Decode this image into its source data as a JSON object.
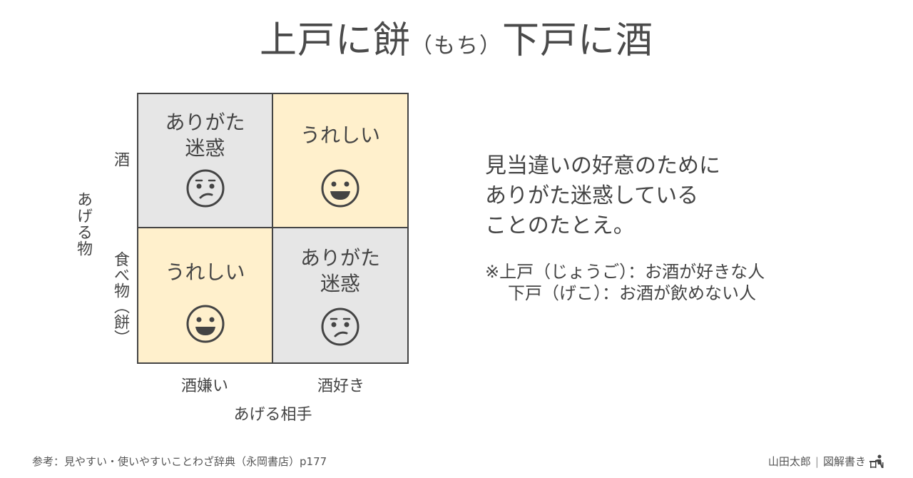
{
  "title": {
    "part1": "上戸に餅",
    "reading": "（もち）",
    "part2": "下戸に酒"
  },
  "matrix": {
    "y_axis_label": "あげる物",
    "x_axis_label": "あげる相手",
    "rows": [
      "酒",
      "食べ物（餅）"
    ],
    "columns": [
      "酒嫌い",
      "酒好き"
    ],
    "cells": [
      {
        "row": "酒",
        "column": "酒嫌い",
        "label_line1": "ありがた",
        "label_line2": "迷惑",
        "face": "troubled-face-icon",
        "color": "#e6e6e6"
      },
      {
        "row": "酒",
        "column": "酒好き",
        "label_line1": "うれしい",
        "label_line2": "",
        "face": "smile-face-icon",
        "color": "#fff0cc"
      },
      {
        "row": "食べ物（餅）",
        "column": "酒嫌い",
        "label_line1": "うれしい",
        "label_line2": "",
        "face": "smile-face-icon",
        "color": "#fff0cc"
      },
      {
        "row": "食べ物（餅）",
        "column": "酒好き",
        "label_line1": "ありがた",
        "label_line2": "迷惑",
        "face": "troubled-face-icon",
        "color": "#e6e6e6"
      }
    ]
  },
  "description": {
    "line1": "見当違いの好意のために",
    "line2": "ありがた迷惑している",
    "line3": "ことのたとえ。"
  },
  "note": {
    "line1": "※上戸（じょうご）：お酒が好きな人",
    "line2": "下戸（げこ）：お酒が飲めない人"
  },
  "footer": {
    "reference": "参考：見やすい・使いやすいことわざ辞典（永岡書店）p177",
    "author": "山田太郎",
    "separator": "|",
    "brand": "図解書き",
    "brand_icon": "person-at-desk-icon"
  },
  "colors": {
    "text": "#444444",
    "gray_cell": "#e6e6e6",
    "yellow_cell": "#fff0cc",
    "border": "#444444"
  }
}
